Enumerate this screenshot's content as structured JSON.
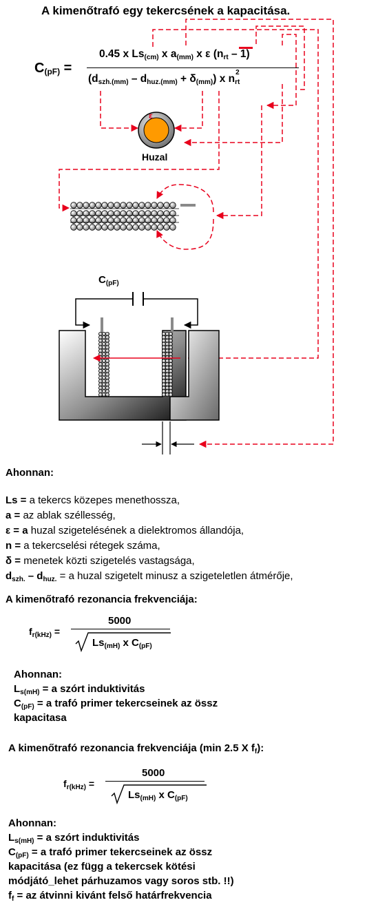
{
  "title": "A kimenőtrafó egy tekercsének a kapacitása.",
  "formula1": {
    "lhs": "C",
    "lhs_sub": "(pF)",
    "eq": "=",
    "num_a": "0.45 x Ls",
    "num_a_sub": "(cm)",
    "num_b": " x a",
    "num_b_sub": "(mm)",
    "num_c": " x ε (n",
    "num_c_sub": "rt",
    "num_d": " – 1)",
    "den_open": "(d",
    "den_a_sub": "szh.(mm)",
    "den_b": " – d",
    "den_b_sub": "huz.(mm)",
    "den_c": " + δ",
    "den_c_sub": "(mm)",
    "den_d": ") x n",
    "den_d_sup": "2",
    "den_d_sub": "rt"
  },
  "wire_epsilon": "ε",
  "wire_label": "Huzal",
  "capacitor_label": "C",
  "capacitor_label_sub": "(pF)",
  "legend": {
    "heading": "Ahonnan:",
    "items": [
      {
        "key": "Ls =",
        "text": " a tekercs közepes menethossza,"
      },
      {
        "key": "a =",
        "text": "  az ablak széllesség,"
      },
      {
        "key": "ε = a",
        "text": " huzal szigetelésének a dielektromos állandója,"
      },
      {
        "key": "n =",
        "text": " a tekercselési rétegek száma,"
      },
      {
        "key": "δ =",
        "text": " menetek közti szigetelés vastagsága,"
      }
    ],
    "last_key_a": "d",
    "last_key_a_sub": "szh.",
    "last_key_mid": " – d",
    "last_key_b_sub": "huz.",
    "last_text": " = a huzal szigetelt minusz a szigeteletlen átmérője,"
  },
  "section2": {
    "heading": "A kimenőtrafó rezonancia frekvenciája:",
    "lhs": "f",
    "lhs_sub": "r(kHz)",
    "eq": "=",
    "numerator": "5000",
    "den_a": "Ls",
    "den_a_sub": "(mH)",
    "den_b": " x C",
    "den_b_sub": "(pF)",
    "where": "Ahonnan:",
    "line1_key": "L",
    "line1_sub": "s(mH)",
    "line1_text": " = a szórt induktivitás",
    "line2_key": "C",
    "line2_sub": "(pF)",
    "line2_text": " = a trafó primer tekercseinek az össz",
    "line3": "kapacitasa"
  },
  "section3": {
    "heading": "A kimenőtrafó rezonancia frekvenciája (min 2.5 X f",
    "heading_sub": "f",
    "heading_end": "):",
    "lhs": "f",
    "lhs_sub": "r(kHz)",
    "eq": "=",
    "numerator": "5000",
    "den_a": "Ls",
    "den_a_sub": "(mH)",
    "den_b": " x C",
    "den_b_sub": "(pF)",
    "where": "Ahonnan:",
    "line1_key": "L",
    "line1_sub": "s(mH)",
    "line1_text": " = a szórt induktivitás",
    "line2_key": "C",
    "line2_sub": "(pF)",
    "line2_text": " = a trafó primer tekercseinek az össz",
    "line3": "kapacitása (ez függ a tekercsek kötési",
    "line4": "módjátó_lehet párhuzamos vagy soros stb. !!)",
    "line5_key": "f",
    "line5_sub": "f",
    "line5_text": " = az átvinni kivánt felső határfrekvencia"
  },
  "colors": {
    "arrow_red": "#e8001c",
    "wire_core": "#ff9a00",
    "gray": "#8a8a8a"
  }
}
